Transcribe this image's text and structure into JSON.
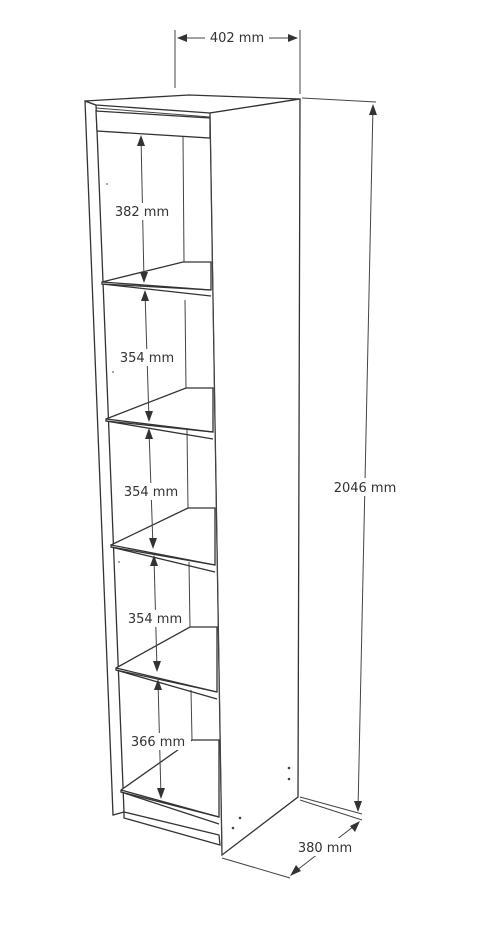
{
  "dimensions": {
    "width_label": "402 mm",
    "height_label": "2046 mm",
    "depth_label": "380 mm",
    "shelf_gap_1": "382 mm",
    "shelf_gap_2": "354 mm",
    "shelf_gap_3": "354 mm",
    "shelf_gap_4": "354 mm",
    "shelf_gap_5": "366 mm"
  },
  "colors": {
    "line": "#333333",
    "background": "#ffffff"
  }
}
